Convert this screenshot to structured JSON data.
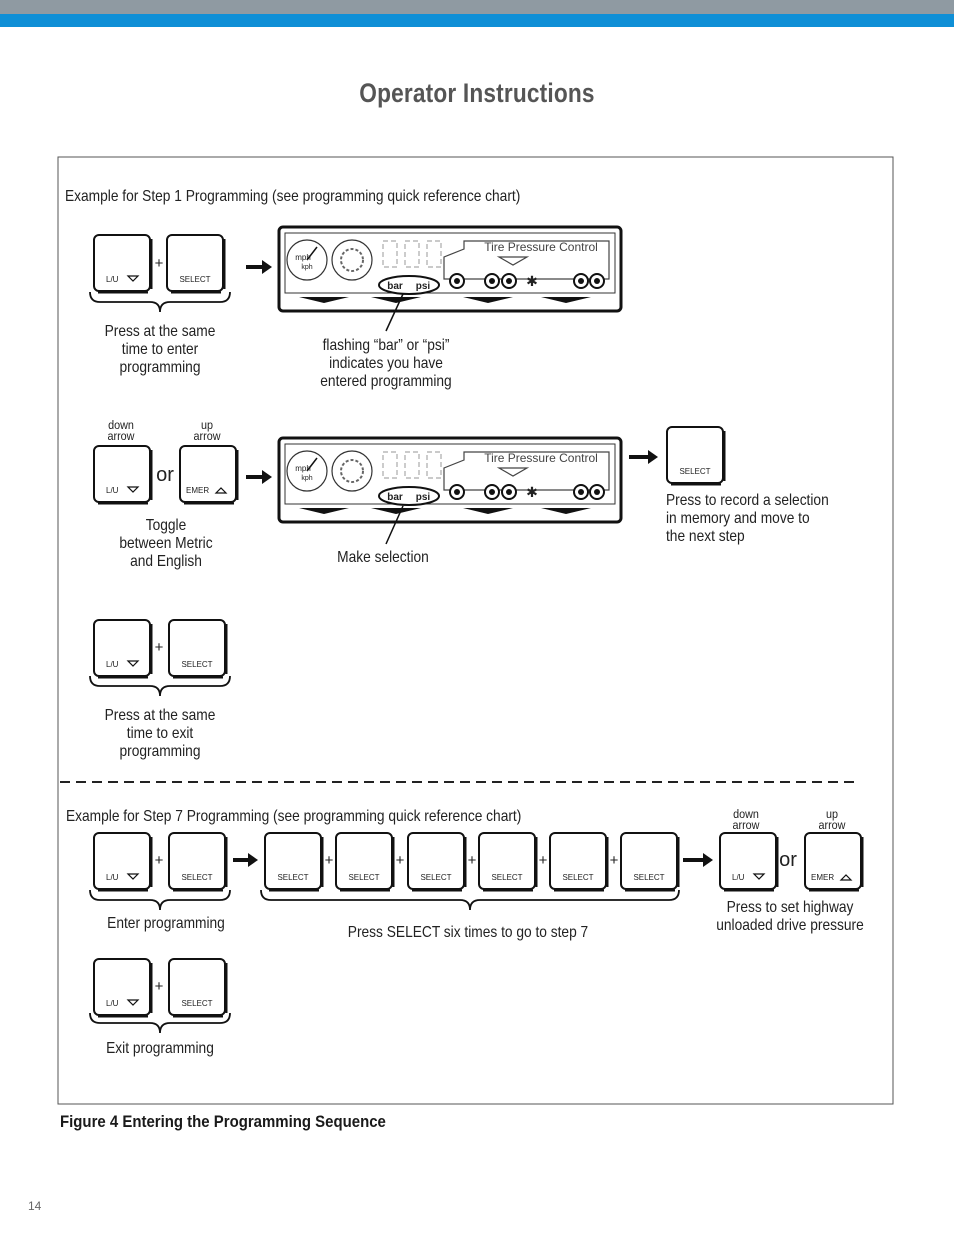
{
  "page": {
    "title": "Operator Instructions",
    "page_number": "14"
  },
  "figure": {
    "caption": "Figure 4 Entering the Programming Sequence",
    "step1": {
      "heading": "Example for Step 1 Programming (see programming quick reference chart)",
      "enter_note": [
        "Press at the same",
        "time to enter",
        "programming"
      ],
      "flashing_note": [
        "flashing “bar” or “psi”",
        "indicates you have",
        "entered programming"
      ],
      "arrow_labels": {
        "down": [
          "down",
          "arrow"
        ],
        "up": [
          "up",
          "arrow"
        ]
      },
      "or_label": "or",
      "toggle_note": [
        "Toggle",
        "between Metric",
        "and English"
      ],
      "make_selection": "Make selection",
      "record_note": [
        "Press to record a selection",
        "in memory and move to",
        "the next step"
      ],
      "exit_note": [
        "Press at the same",
        "time to exit",
        "programming"
      ]
    },
    "step7": {
      "heading": "Example for Step 7 Programming (see programming quick reference chart)",
      "enter_label": "Enter programming",
      "six_times_label": "Press SELECT six times to go to step 7",
      "arrow_labels": {
        "down": [
          "down",
          "arrow"
        ],
        "up": [
          "up",
          "arrow"
        ]
      },
      "or_label": "or",
      "highway_note": [
        "Press to set highway",
        "unloaded drive pressure"
      ],
      "exit_label": "Exit  programming"
    },
    "keys": {
      "lu": "L/U",
      "select": "SELECT",
      "emer": "EMER",
      "plus": "+"
    },
    "display": {
      "brand": "Tire Pressure Control",
      "unit_bar": "bar",
      "unit_psi": "psi",
      "speed_units": [
        "mph",
        "kph"
      ]
    }
  }
}
